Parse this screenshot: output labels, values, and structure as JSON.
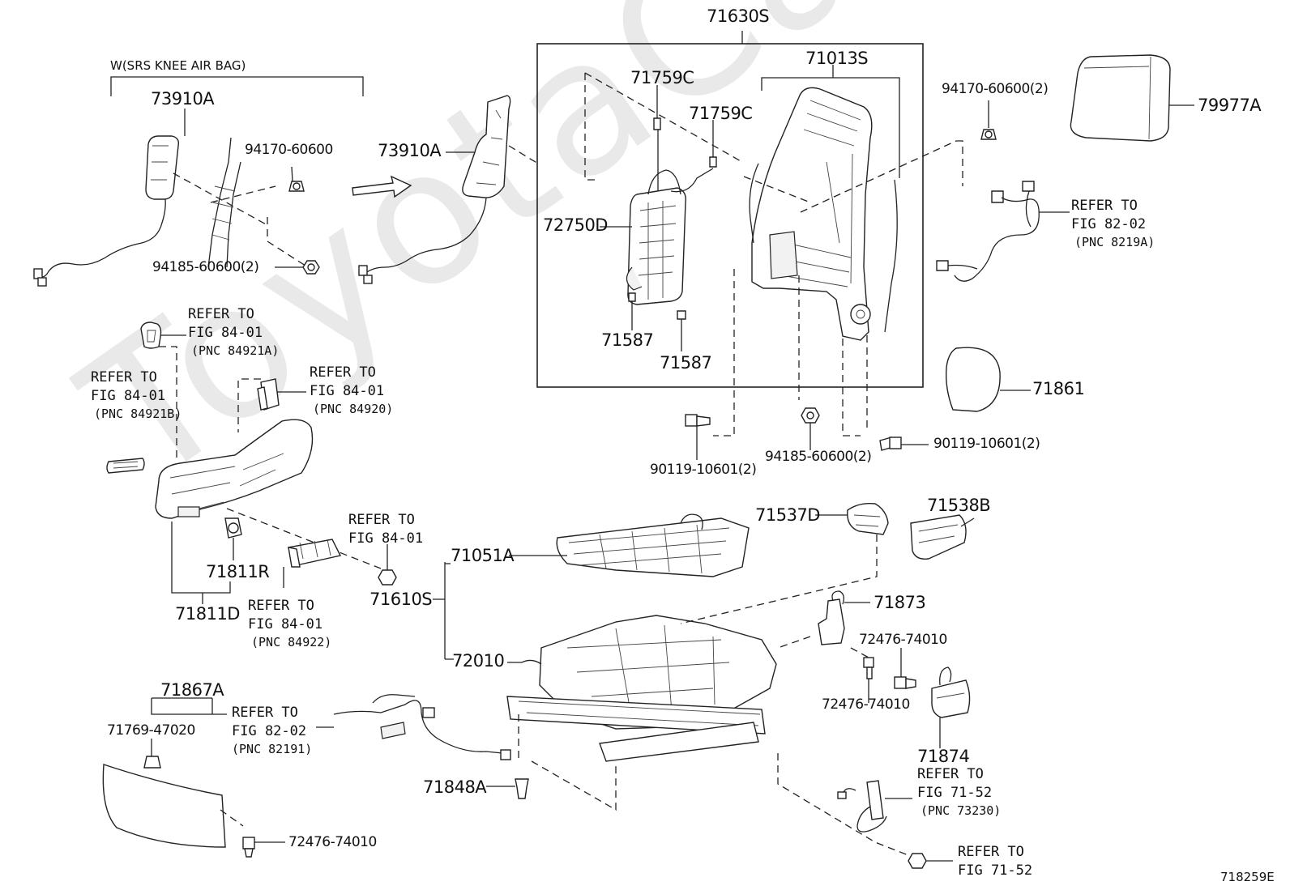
{
  "watermark": "ToyotaCarMine.ru",
  "figure_code": "718259E",
  "group_note": "W(SRS KNEE AIR BAG)",
  "part_numbers": {
    "p71630S": "71630S",
    "p71013S": "71013S",
    "p71759C_a": "71759C",
    "p71759C_b": "71759C",
    "p72750D": "72750D",
    "p71587_a": "71587",
    "p71587_b": "71587",
    "p73910A_a": "73910A",
    "p73910A_b": "73910A",
    "p94170_60600": "94170-60600",
    "p94185_60600_a": "94185-60600(2)",
    "p94170_60600_2": "94170-60600(2)",
    "p79977A": "79977A",
    "p71861": "71861",
    "p90119_10601_a": "90119-10601(2)",
    "p94185_60600_b": "94185-60600(2)",
    "p90119_10601_b": "90119-10601(2)",
    "p71537D": "71537D",
    "p71538B": "71538B",
    "p71051A": "71051A",
    "p71610S": "71610S",
    "p72010": "72010",
    "p71873": "71873",
    "p72476_74010_a": "72476-74010",
    "p72476_74010_b": "72476-74010",
    "p71874": "71874",
    "p71811R": "71811R",
    "p71811D": "71811D",
    "p71867A": "71867A",
    "p71769_47020": "71769-47020",
    "p72476_74010_c": "72476-74010",
    "p71848A": "71848A"
  },
  "references": {
    "r1": {
      "line1": "REFER TO",
      "line2": "FIG 84-01",
      "pnc": "(PNC 84921A)"
    },
    "r2": {
      "line1": "REFER TO",
      "line2": "FIG 84-01",
      "pnc": "(PNC 84921B)"
    },
    "r3": {
      "line1": "REFER TO",
      "line2": "FIG 84-01",
      "pnc": "(PNC 84920)"
    },
    "r4": {
      "line1": "REFER TO",
      "line2": "FIG 84-01"
    },
    "r5": {
      "line1": "REFER TO",
      "line2": "FIG 84-01",
      "pnc": "(PNC 84922)"
    },
    "r6": {
      "line1": "REFER TO",
      "line2": "FIG 82-02",
      "pnc": "(PNC 8219A)"
    },
    "r7": {
      "line1": "REFER TO",
      "line2": "FIG 82-02",
      "pnc": "(PNC 82191)"
    },
    "r8": {
      "line1": "REFER TO",
      "line2": "FIG 71-52",
      "pnc": "(PNC 73230)"
    },
    "r9": {
      "line1": "REFER TO",
      "line2": "FIG 71-52"
    }
  }
}
